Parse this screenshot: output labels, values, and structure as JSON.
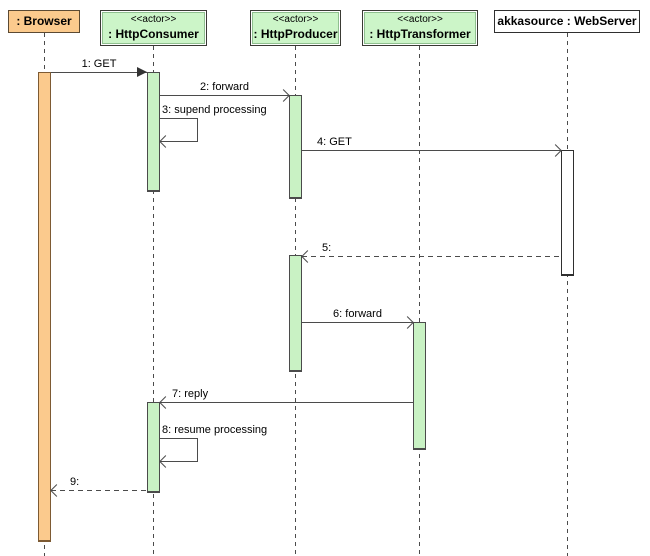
{
  "participants": [
    {
      "stereotype": "",
      "name": ": Browser"
    },
    {
      "stereotype": "<<actor>>",
      "name": ": HttpConsumer"
    },
    {
      "stereotype": "<<actor>>",
      "name": ": HttpProducer"
    },
    {
      "stereotype": "<<actor>>",
      "name": ": HttpTransformer"
    },
    {
      "stereotype": "",
      "name": "akkasource : WebServer"
    }
  ],
  "messages": [
    {
      "label": "1: GET",
      "kind": "sync-solid-filled-arrow",
      "from": ": Browser",
      "to": ": HttpConsumer"
    },
    {
      "label": "2: forward",
      "kind": "async-solid-open-arrow",
      "from": ": HttpConsumer",
      "to": ": HttpProducer"
    },
    {
      "label": "3: supend processing",
      "kind": "self-message",
      "from": ": HttpConsumer",
      "to": ": HttpConsumer"
    },
    {
      "label": "4: GET",
      "kind": "async-solid-open-arrow",
      "from": ": HttpProducer",
      "to": "akkasource : WebServer"
    },
    {
      "label": "5:",
      "kind": "reply-dashed-open-arrow",
      "from": "akkasource : WebServer",
      "to": ": HttpProducer"
    },
    {
      "label": "6: forward",
      "kind": "async-solid-open-arrow",
      "from": ": HttpProducer",
      "to": ": HttpTransformer"
    },
    {
      "label": "7: reply",
      "kind": "async-solid-open-arrow",
      "from": ": HttpTransformer",
      "to": ": HttpConsumer"
    },
    {
      "label": "8: resume processing",
      "kind": "self-message",
      "from": ": HttpConsumer",
      "to": ": HttpConsumer"
    },
    {
      "label": "9:",
      "kind": "reply-dashed-open-arrow",
      "from": ": HttpConsumer",
      "to": ": Browser"
    }
  ],
  "colors": {
    "browser_fill": "#FBCA8D",
    "actor_fill": "#CCF5C8",
    "activation_green": "#C9F2C4",
    "webserver_fill": "#FFFFFF",
    "stroke": "#4B4B4B"
  }
}
